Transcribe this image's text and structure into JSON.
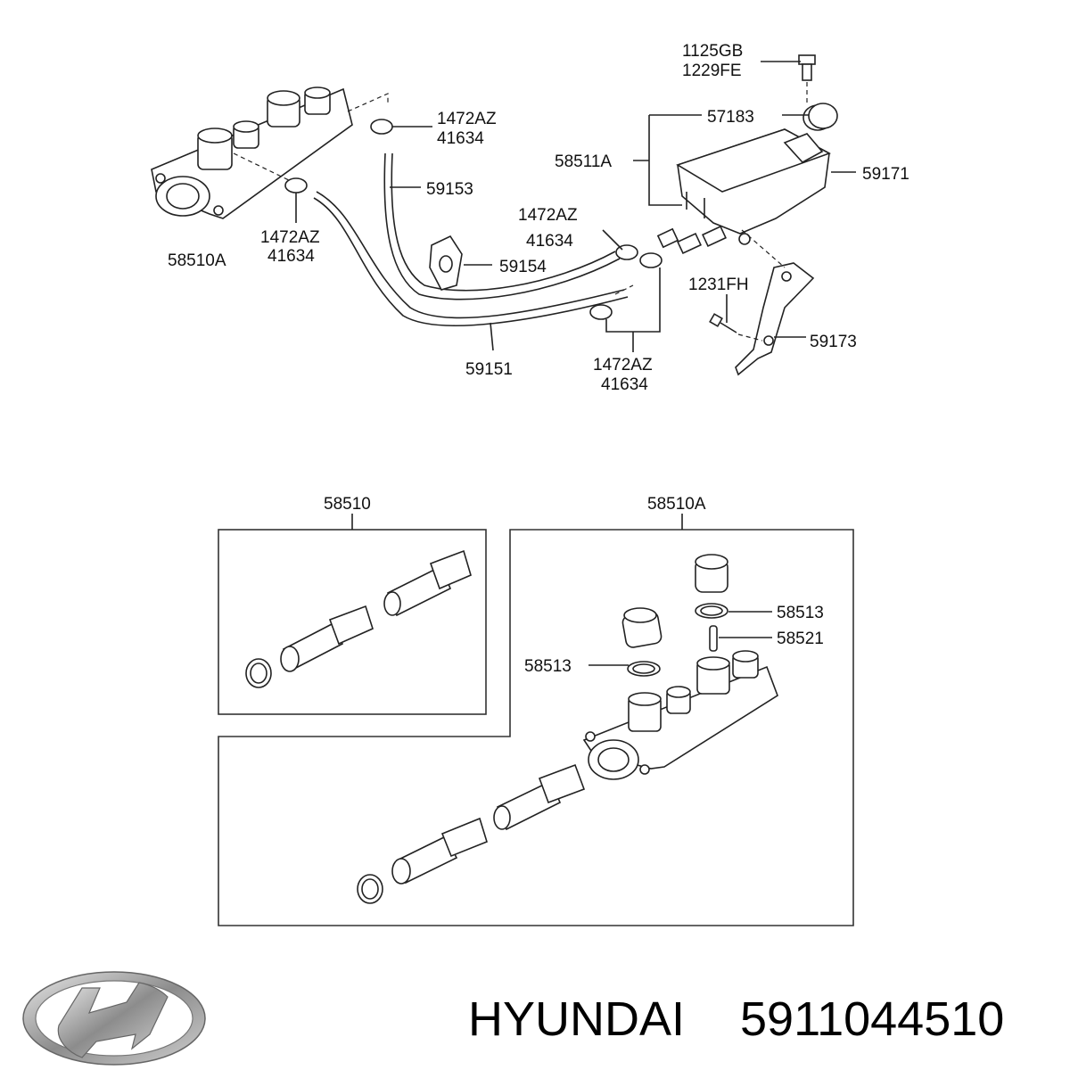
{
  "labels": {
    "bolt_top": [
      "1125GB",
      "1229FE"
    ],
    "cap": "57183",
    "reservoir_assy": "58511A",
    "reservoir": "59171",
    "clamp_top": [
      "1472AZ",
      "41634"
    ],
    "hose_upper": "59153",
    "clamp_left": [
      "1472AZ",
      "41634"
    ],
    "master_cyl_top": "58510A",
    "clamp_mid": [
      "1472AZ",
      "41634"
    ],
    "clip": "59154",
    "bolt_bracket": "1231FH",
    "bracket": "59173",
    "hose_lower": "59151",
    "clamp_bottom": [
      "1472AZ",
      "41634"
    ],
    "kit_left": "58510",
    "kit_right": "58510A",
    "seal_upper": "58513",
    "pin": "58521",
    "seal_lower": "58513"
  },
  "brand": {
    "name": "HYUNDAI",
    "part_number": "5911044510"
  },
  "colors": {
    "line": "#222222",
    "logo_silver": "#9a9a9a"
  }
}
